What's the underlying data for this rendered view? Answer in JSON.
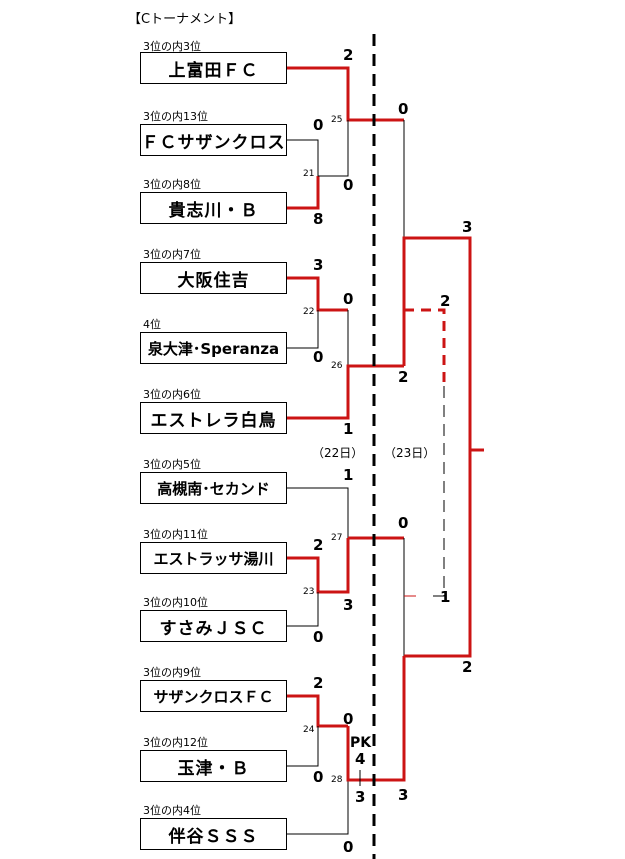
{
  "title": "【Cトーナメント】",
  "teams": [
    {
      "rank": "3位の内3位",
      "name": "上富田ＦＣ"
    },
    {
      "rank": "3位の内13位",
      "name": "ＦＣサザンクロス"
    },
    {
      "rank": "3位の内8位",
      "name": "貴志川・Ｂ"
    },
    {
      "rank": "3位の内7位",
      "name": "大阪住吉"
    },
    {
      "rank": "4位",
      "name": "泉大津･Speranza"
    },
    {
      "rank": "3位の内6位",
      "name": "エストレラ白鳥"
    },
    {
      "rank": "3位の内5位",
      "name": "高槻南･セカンド"
    },
    {
      "rank": "3位の内11位",
      "name": "エストラッサ湯川"
    },
    {
      "rank": "3位の内10位",
      "name": "すさみＪＳＣ"
    },
    {
      "rank": "3位の内9位",
      "name": "サザンクロスＦＣ"
    },
    {
      "rank": "3位の内12位",
      "name": "玉津・Ｂ"
    },
    {
      "rank": "3位の内4位",
      "name": "伴谷ＳＳＳ"
    }
  ],
  "scores": [
    "2",
    "0",
    "0",
    "8",
    "3",
    "0",
    "0",
    "1",
    "2",
    "3",
    "1",
    "0",
    "2",
    "0",
    "3",
    "0",
    "0",
    "2",
    "3",
    "2",
    "1",
    "3",
    "0",
    "PK",
    "4",
    "3"
  ],
  "match_numbers": [
    "25",
    "21",
    "22",
    "26",
    "27",
    "23",
    "24",
    "28"
  ],
  "days": [
    "（22日）",
    "（23日）"
  ]
}
